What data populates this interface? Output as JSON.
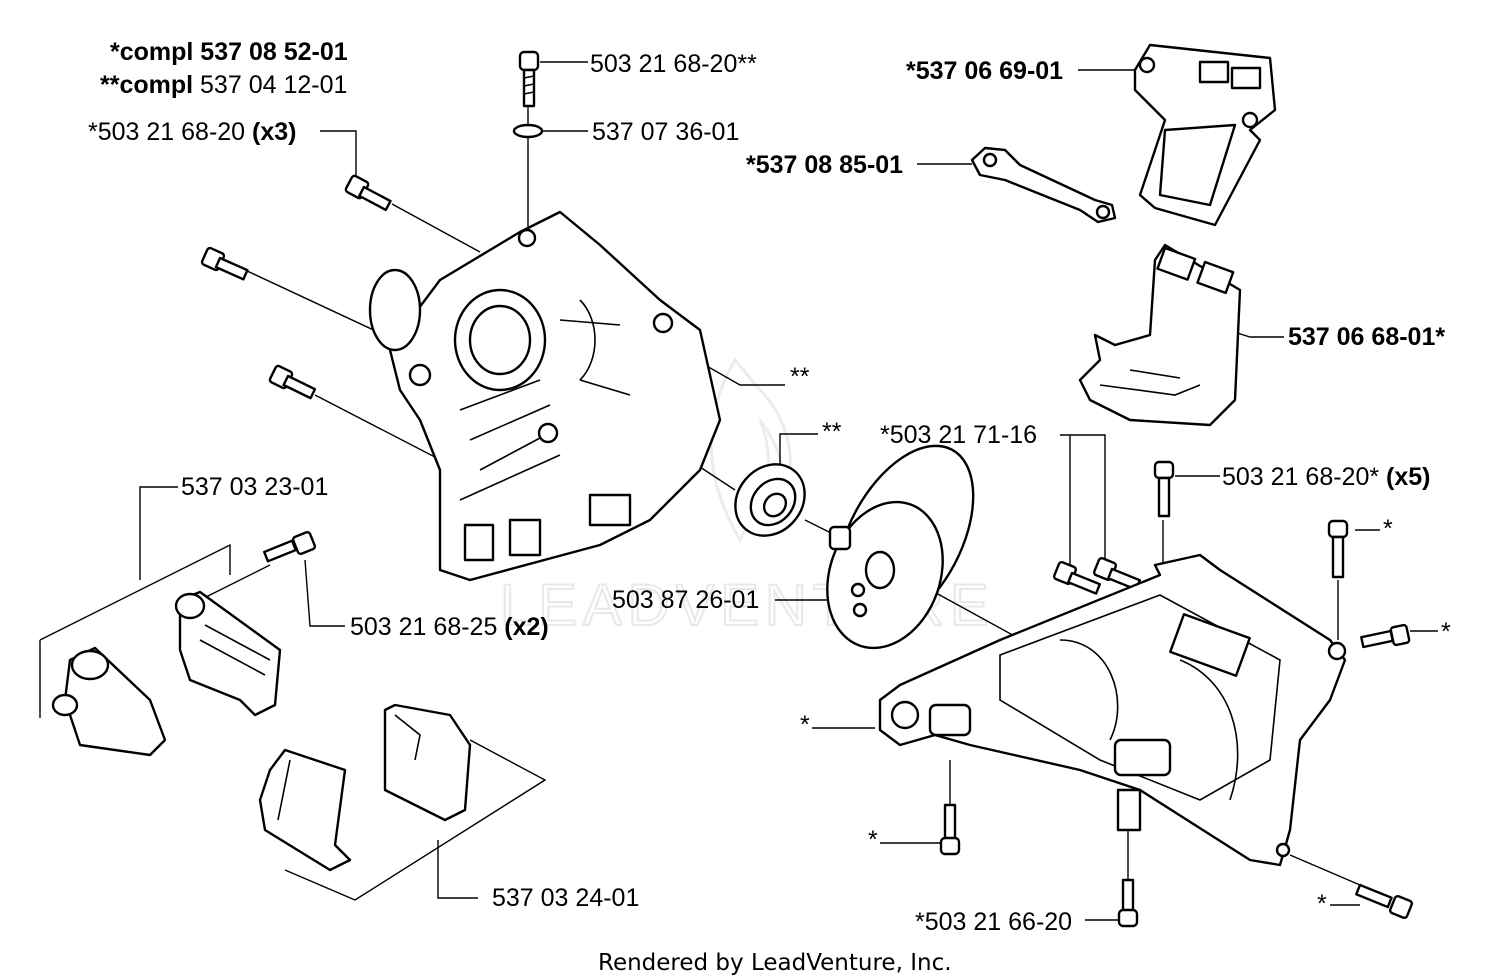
{
  "header": {
    "compl1_prefix": "*compl ",
    "compl1_num": "537 08 52-01",
    "compl2_prefix": "**compl ",
    "compl2_num": "537 04 12-01"
  },
  "labels": {
    "screw_top": "503 21 68-20**",
    "ring_top": "537 07 36-01",
    "screw_x3_num": "*503 21 68-20 ",
    "screw_x3_qty": "(x3)",
    "cover_top": "*537 06 69-01",
    "gasket": "*537 08 85-01",
    "cover_lower": "537 06 68-01*",
    "housing_ast": "**",
    "bearing_ast": "**",
    "screw_71_16": "*503 21 71-16",
    "screw_x5_num": "503 21 68-20* ",
    "screw_x5_qty": "(x5)",
    "ast_r1": "*",
    "ast_r2": "*",
    "bracket_kit": "537 03 23-01",
    "screw_x2_num": "503 21 68-25 ",
    "screw_x2_qty": "(x2)",
    "clutch_drum": "503 87 26-01",
    "ast_left": "*",
    "ast_bot_left": "*",
    "ast_bot_right": "*",
    "screw_66_20": "*503 21 66-20",
    "clamp_kit": "537 03 24-01"
  },
  "watermark": "LEADVENTURE",
  "footer": "Rendered by LeadVenture, Inc."
}
